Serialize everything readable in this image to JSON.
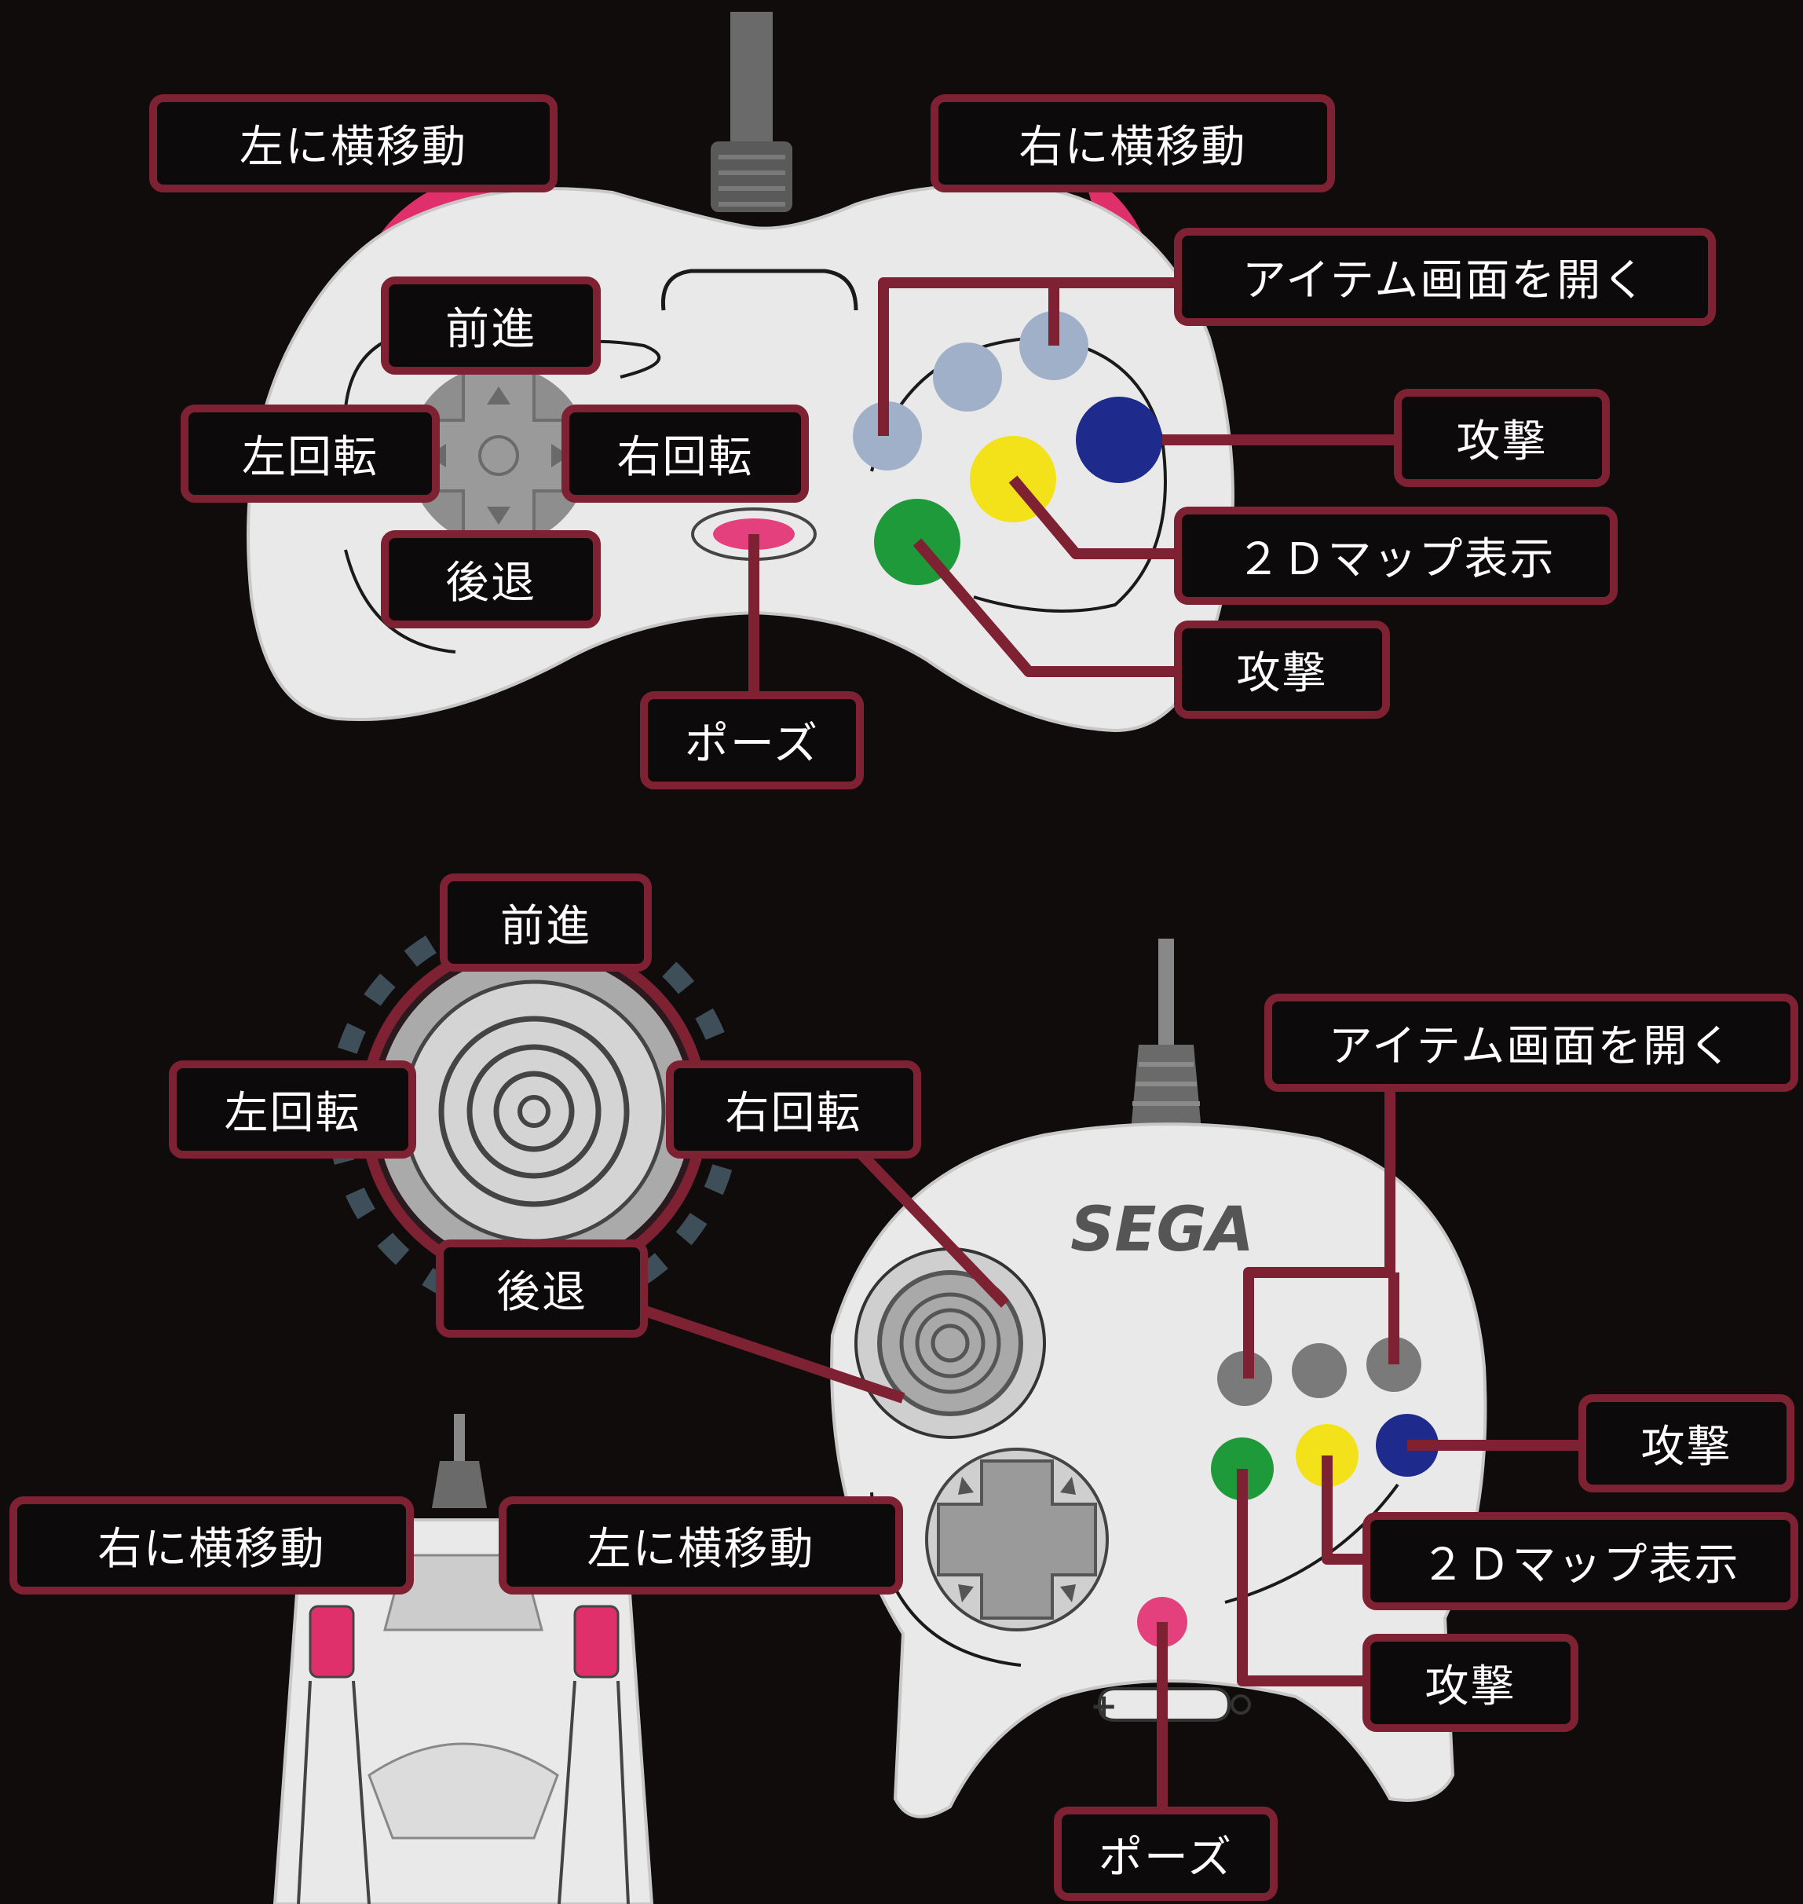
{
  "brand": "SEGA",
  "colors": {
    "background": "#100c0c",
    "label_border": "#7e2233",
    "button_light": "#9fb0c8",
    "button_blue": "#1e2a8c",
    "button_yellow": "#f3e21a",
    "button_green": "#1f9a3a",
    "button_pink": "#e5407e",
    "shoulder_pink": "#e0306c"
  },
  "standard_pad": {
    "shoulder_left": "左に横移動",
    "shoulder_right": "右に横移動",
    "item_screen": "アイテム画面を開く",
    "forward": "前進",
    "turn_left": "左回転",
    "turn_right": "右回転",
    "back": "後退",
    "attack_top": "攻撃",
    "map_2d": "２Ｄマップ表示",
    "attack_bottom": "攻撃",
    "pause": "ポーズ"
  },
  "analog_pad": {
    "forward": "前進",
    "turn_left": "左回転",
    "turn_right": "右回転",
    "back": "後退",
    "item_screen": "アイテム画面を開く",
    "attack_top": "攻撃",
    "map_2d": "２Ｄマップ表示",
    "attack_bottom": "攻撃",
    "shoulder_right": "右に横移動",
    "shoulder_left": "左に横移動",
    "pause": "ポーズ"
  }
}
